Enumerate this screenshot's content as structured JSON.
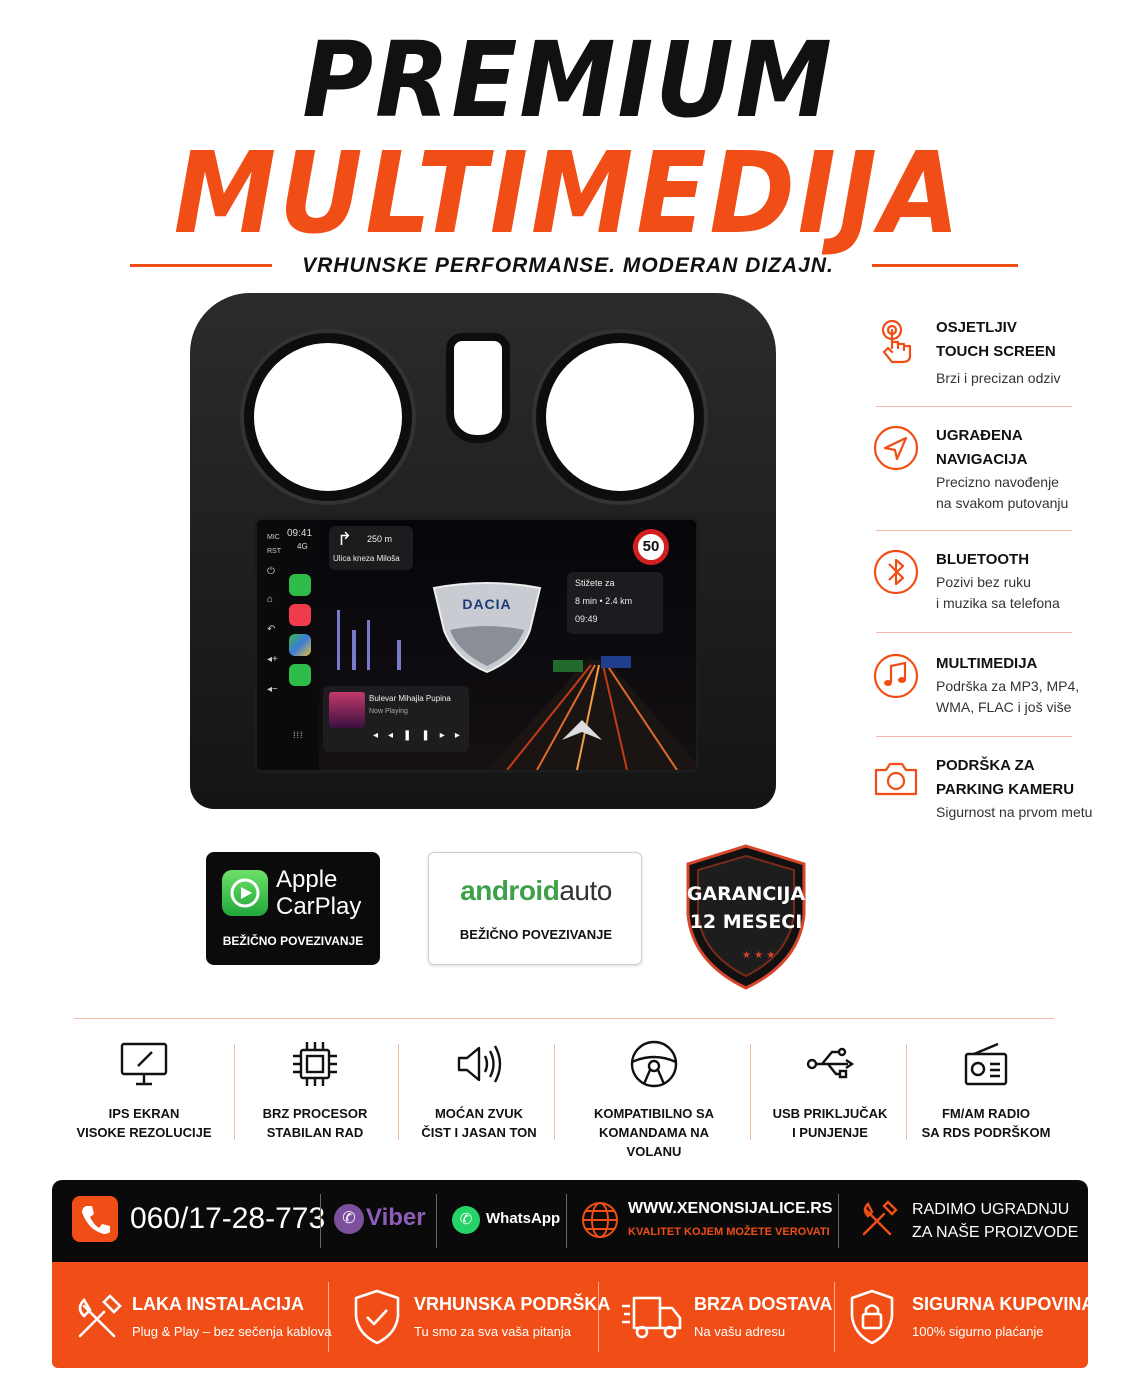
{
  "header": {
    "title_line1": "PREMIUM",
    "title_line2": "MULTIMEDIJA",
    "tagline": "VRHUNSKE PERFORMANSE. MODERAN DIZAJN."
  },
  "screen": {
    "side_labels": [
      "MIC",
      "RST"
    ],
    "time": "09:41",
    "signal": "4G",
    "nav_distance": "250 m",
    "nav_street": "Ulica kneza Miloša",
    "speed_limit": "50",
    "brand": "DACIA",
    "arrival_label": "Stižete za",
    "arrival_eta": "8 min • 2.4 km",
    "arrival_time": "09:49",
    "track_title": "Bulevar Mihajla Pupina",
    "track_status": "Now Playing"
  },
  "features": [
    {
      "title1": "OSJETLJIV",
      "title2": "TOUCH SCREEN",
      "desc1": "Brzi i precizan odziv",
      "desc2": "",
      "icon": "touch-icon"
    },
    {
      "title1": "UGRAĐENA",
      "title2": "NAVIGACIJA",
      "desc1": "Precizno navođenje",
      "desc2": "na svakom putovanju",
      "icon": "navigation-icon"
    },
    {
      "title1": "BLUETOOTH",
      "title2": "",
      "desc1": "Pozivi bez ruku",
      "desc2": "i muzika sa telefona",
      "icon": "bluetooth-icon"
    },
    {
      "title1": "MULTIMEDIJA",
      "title2": "",
      "desc1": "Podrška za MP3, MP4,",
      "desc2": "WMA, FLAC i još više",
      "icon": "music-note-icon"
    },
    {
      "title1": "PODRŠKA ZA",
      "title2": "PARKING KAMERU",
      "desc1": "Sigurnost na prvom metu",
      "desc2": "",
      "icon": "camera-icon"
    }
  ],
  "badges": {
    "carplay_line1": "Apple",
    "carplay_line2": "CarPlay",
    "carplay_sub": "BEŽIČNO POVEZIVANJE",
    "android_part1": "android",
    "android_part2": "auto",
    "android_sub": "BEŽIČNO POVEZIVANJE",
    "warranty_line1": "GARANCIJA",
    "warranty_line2": "12 MESECI"
  },
  "specs": [
    {
      "line1": "IPS EKRAN",
      "line2": "VISOKE REZOLUCIJE",
      "icon": "monitor-icon"
    },
    {
      "line1": "BRZ PROCESOR",
      "line2": "STABILAN RAD",
      "icon": "cpu-icon"
    },
    {
      "line1": "MOĆAN ZVUK",
      "line2": "ČIST I JASAN TON",
      "icon": "speaker-icon"
    },
    {
      "line1": "KOMPATIBILNO SA",
      "line2": "KOMANDAMA NA VOLANU",
      "icon": "steering-wheel-icon"
    },
    {
      "line1": "USB PRIKLJUČAK",
      "line2": "I PUNJENJE",
      "icon": "usb-icon"
    },
    {
      "line1": "FM/AM RADIO",
      "line2": "SA RDS PODRŠKOM",
      "icon": "radio-icon"
    }
  ],
  "contact": {
    "phone": "060/17-28-773",
    "viber": "Viber",
    "whatsapp": "WhatsApp",
    "website": "WWW.XENONSIJALICE.RS",
    "website_tagline": "KVALITET KOJEM MOŽETE VEROVATI",
    "install_line1": "RADIMO UGRADNJU",
    "install_line2": "ZA NAŠE PROIZVODE"
  },
  "benefits": [
    {
      "title": "LAKA INSTALACIJA",
      "desc": "Plug & Play – bez sečenja kablova",
      "icon": "tools-icon"
    },
    {
      "title": "VRHUNSKA PODRŠKA",
      "desc": "Tu smo za sva vaša pitanja",
      "icon": "shield-check-icon"
    },
    {
      "title": "BRZA DOSTAVA",
      "desc": "Na vašu adresu",
      "icon": "truck-icon"
    },
    {
      "title": "SIGURNA KUPOVINA",
      "desc": "100% sigurno plaćanje",
      "icon": "lock-shield-icon"
    }
  ],
  "colors": {
    "accent": "#f04e16",
    "dark": "#0a0a0a"
  }
}
